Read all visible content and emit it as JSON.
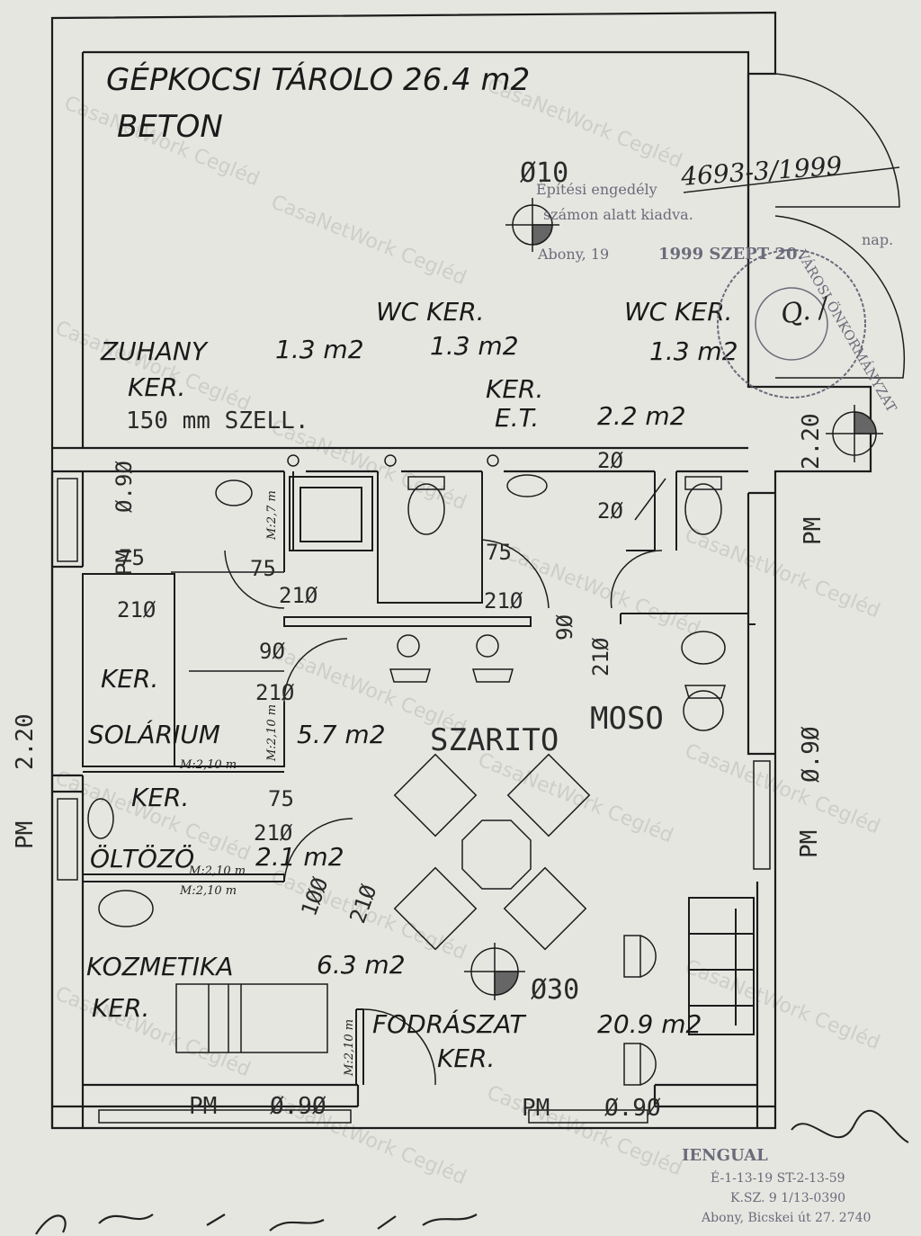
{
  "rooms": {
    "garage_title": "GÉPKOCSI TÁROLO 26.4 m2",
    "garage_floor": "BETON",
    "shower_label": "ZUHANY",
    "shower_area": "1.3 m2",
    "shower_ker": "KER.",
    "vent_note": "150 mm SZELL.",
    "wc1_label": "WC KER.",
    "wc1_area": "1.3 m2",
    "wc2_label": "WC KER.",
    "wc2_area": "1.3 m2",
    "et_ker": "KER.",
    "et_label": "E.T.",
    "et_area": "2.2 m2",
    "solarium_ker": "KER.",
    "solarium_label": "SOLÁRIUM",
    "solarium_area": "5.7 m2",
    "dryer_label": "SZARITO",
    "laundry_label": "MOSO",
    "dressing_ker": "KER.",
    "dressing_label": "ÖLTÖZÖ",
    "dressing_area": "2.1 m2",
    "cosmetics_label": "KOZMETIKA",
    "cosmetics_area": "6.3 m2",
    "cosmetics_ker": "KER.",
    "salon_label": "FODRÁSZAT",
    "salon_area": "20.9 m2",
    "salon_ker": "KER."
  },
  "dimensions": {
    "drain_top": "Ø10",
    "drain_mid": "Ø30",
    "pm_220_right": "2.20",
    "pm_right_top": "PM",
    "pm_right_bottom": "PM",
    "pm_right_090": "Ø.9Ø",
    "pm_left": "PM",
    "pm_left_220": "2.20",
    "pm_bottom_left": "PM",
    "pm_bottom_left_090": "Ø.9Ø",
    "pm_bottom_right": "PM",
    "pm_bottom_right_090": "Ø.9Ø",
    "win_left_090": "Ø.9Ø",
    "win_left_pm": "PM",
    "d_75a": "75",
    "d_75b": "75",
    "d_75c": "75",
    "d_75d": "75",
    "d_210a": "21Ø",
    "d_210b": "21Ø",
    "d_210c": "21Ø",
    "d_210d": "21Ø",
    "d_210e": "21Ø",
    "d_210f": "21Ø",
    "d_210g": "21Ø",
    "d_90a": "9Ø",
    "d_90b": "9Ø",
    "d_100": "1ØØ",
    "d_20a": "2Ø",
    "d_20b": "2Ø",
    "h_27": "M:2,7 m",
    "h_21a": "M:2,10 m",
    "h_21b": "M:2,10 m",
    "h_21c": "M:2,10 m",
    "h_21d": "M:2,10 m",
    "h_21e": "M:2,10 m"
  },
  "stamp": {
    "permit_number": "4693-3/1999",
    "permit_line1": "Építési engedély",
    "permit_line2": "számon alatt kiadva.",
    "permit_city": "Abony, 19",
    "permit_date": "1999 SZEPT 20.",
    "permit_day": "nap.",
    "seal_text": "VÁROSI ÖNKORMÁNYZAT",
    "designer_name": "IENGUAL",
    "designer_line1": "É-1-13-19 ST-2-13-59",
    "designer_line2": "K.SZ. 9 1/13-0390",
    "designer_line3": "Abony, Bicskei út 27. 2740"
  },
  "watermark": "CasaNetWork Cegléd",
  "colors": {
    "paper": "#e6e6e1",
    "ink": "#1c1c1c",
    "stamp": "#6b6b7a",
    "watermark": "#b9b9b6"
  }
}
